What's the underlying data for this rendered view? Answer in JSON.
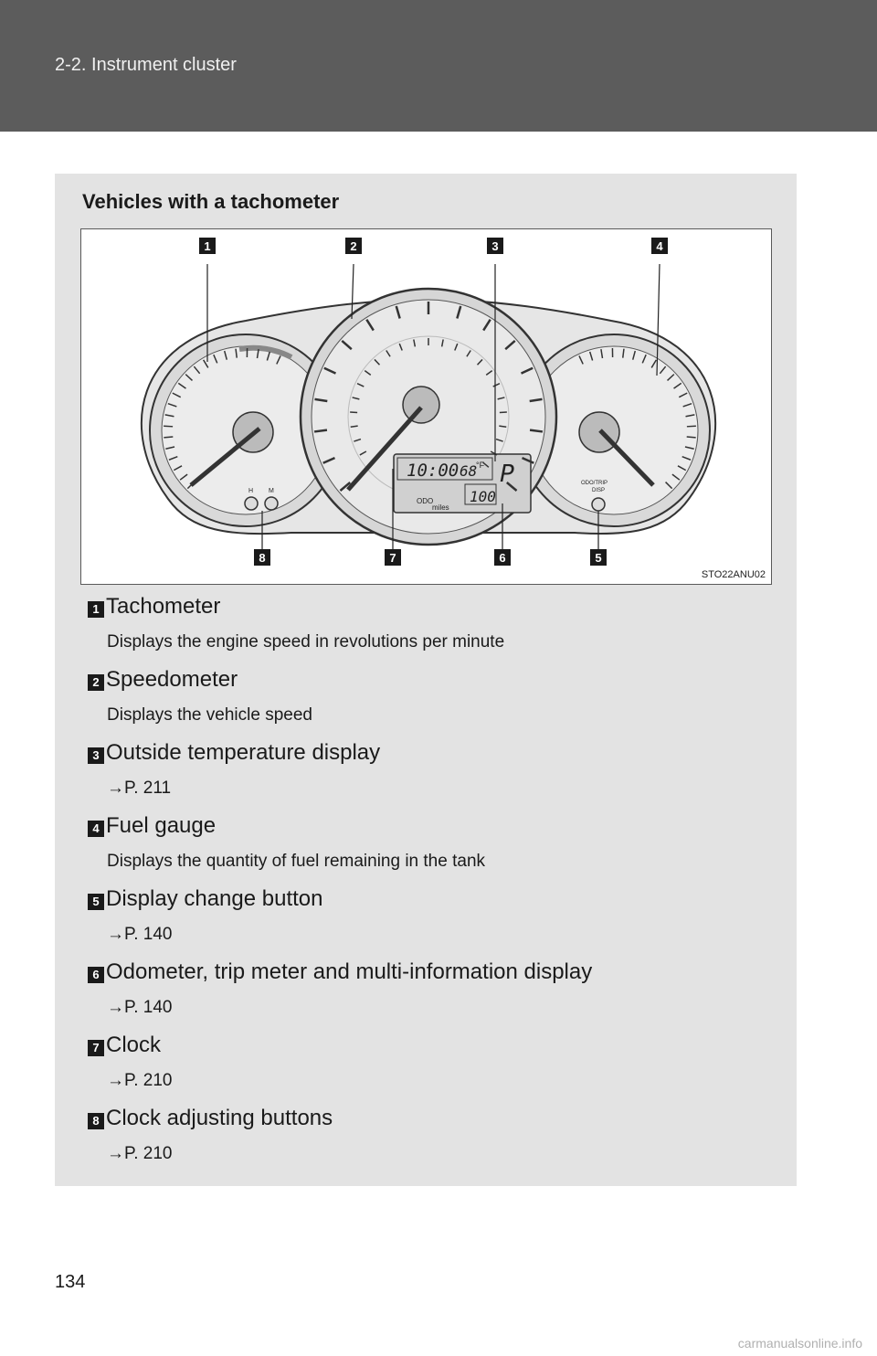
{
  "header": {
    "title": "2-2. Instrument cluster"
  },
  "section": {
    "heading": "Vehicles with a tachometer"
  },
  "figure": {
    "code": "STO22ANU02",
    "callouts": [
      "1",
      "2",
      "3",
      "4",
      "5",
      "6",
      "7",
      "8"
    ],
    "display": {
      "clock": "10:00",
      "temp": "68",
      "temp_unit": "°F",
      "gear": "P",
      "odo_label": "ODO",
      "odo_value": "100",
      "unit": "miles"
    },
    "button_labels": {
      "h": "H",
      "m": "M",
      "odo_trip_line1": "ODO/TRIP",
      "odo_trip_line2": "DISP"
    }
  },
  "items": [
    {
      "num": "1",
      "title": "Tachometer",
      "desc": "Displays the engine speed in revolutions per minute"
    },
    {
      "num": "2",
      "title": "Speedometer",
      "desc": "Displays the vehicle speed"
    },
    {
      "num": "3",
      "title": "Outside temperature display",
      "desc": "→P. 211"
    },
    {
      "num": "4",
      "title": "Fuel gauge",
      "desc": "Displays the quantity of fuel remaining in the tank"
    },
    {
      "num": "5",
      "title": "Display change button",
      "desc": "→P. 140"
    },
    {
      "num": "6",
      "title": "Odometer, trip meter and multi-information display",
      "desc": "→P. 140"
    },
    {
      "num": "7",
      "title": "Clock",
      "desc": "→P. 210"
    },
    {
      "num": "8",
      "title": "Clock adjusting buttons",
      "desc": "→P. 210"
    }
  ],
  "footer": {
    "page_number": "134",
    "watermark": "carmanualsonline.info"
  }
}
